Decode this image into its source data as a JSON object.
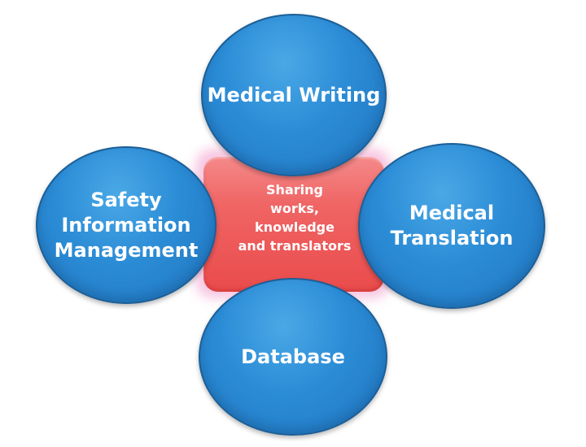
{
  "center": {
    "lines": [
      "Sharing",
      "works,",
      "knowledge",
      "and translators"
    ]
  },
  "nodes": {
    "top": {
      "lines": [
        "Medical Writing"
      ]
    },
    "left": {
      "lines": [
        "Safety",
        "Information",
        "Management"
      ]
    },
    "right": {
      "lines": [
        "Medical",
        "Translation"
      ]
    },
    "bottom": {
      "lines": [
        "Database"
      ]
    }
  },
  "colors": {
    "circle_fill": "#2b8cd6",
    "circle_border": "#1c5f97",
    "center_fill": "#f06565",
    "center_glow": "#f096c8",
    "text": "#ffffff"
  }
}
